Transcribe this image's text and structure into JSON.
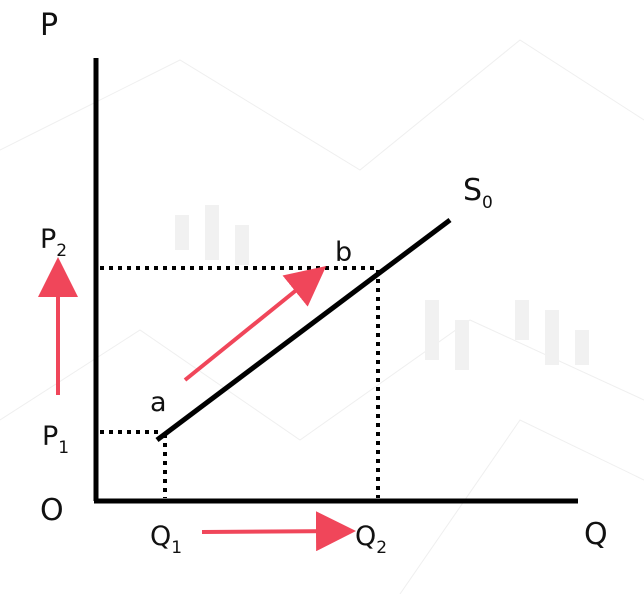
{
  "axes": {
    "y_label": "P",
    "x_label": "Q",
    "origin_label": "O"
  },
  "curve": {
    "name": "S",
    "subscript": "0"
  },
  "points": {
    "a": "a",
    "b": "b"
  },
  "prices": {
    "p1": {
      "base": "P",
      "sub": "1"
    },
    "p2": {
      "base": "P",
      "sub": "2"
    }
  },
  "quantities": {
    "q1": {
      "base": "Q",
      "sub": "1"
    },
    "q2": {
      "base": "Q",
      "sub": "2"
    }
  },
  "colors": {
    "line": "#000000",
    "arrow": "#f0465a",
    "watermark": "#ececec"
  }
}
